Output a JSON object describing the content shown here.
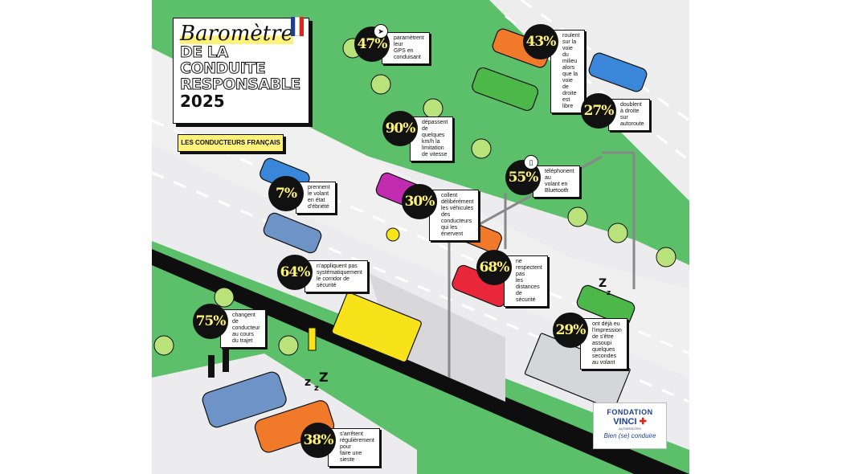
{
  "title": {
    "script": "Baromètre",
    "line1": "DE LA",
    "line2": "CONDUITE",
    "line3": "RESPONSABLE",
    "year": "2025"
  },
  "subtitle_tag": "LES CONDUCTEURS FRANÇAIS",
  "stats": [
    {
      "value": "47%",
      "text": "paramètrent leur\nGPS en conduisant",
      "icon": "navigation-arrow-icon"
    },
    {
      "value": "43%",
      "text": "roulent sur la voie du\nmilieu alors que la voie\nde droite est libre"
    },
    {
      "value": "27%",
      "text": "doublent à droite\nsur autoroute"
    },
    {
      "value": "90%",
      "text": "dépassent de quelques\nkm/h la limitation\nde vitesse"
    },
    {
      "value": "55%",
      "text": "téléphonent au\nvolant en Bluetooth",
      "icon": "phone-icon"
    },
    {
      "value": "7%",
      "text": "prennent le volant\nen état d'ébriété"
    },
    {
      "value": "30%",
      "text": "collent délibérément\nles véhicules\ndes conducteurs\nqui les énervent"
    },
    {
      "value": "64%",
      "text": "n'appliquent pas\nsystématiquement\nle corridor de sécurité"
    },
    {
      "value": "68%",
      "text": "ne respectent pas\nles distances de sécurité"
    },
    {
      "value": "75%",
      "text": "changent de\nconducteur au cours\ndu trajet"
    },
    {
      "value": "29%",
      "text": "ont déjà eu l'impression\nde s'être assoupi quelques\nsecondes au volant"
    },
    {
      "value": "38%",
      "text": "s'arrêtent\nrégulièrement pour\nfaire une sieste"
    }
  ],
  "logo": {
    "line1": "FONDATION",
    "line2": "VINCI",
    "line2b": "AUTOROUTES",
    "line3": "Bien (se) conduire"
  },
  "colors": {
    "accent_yellow": "#fff27a",
    "road_grey": "#e9e9ea",
    "grass_green": "#5cbf6a",
    "brand_blue": "#1d3f8f",
    "brand_red": "#e2231a"
  }
}
